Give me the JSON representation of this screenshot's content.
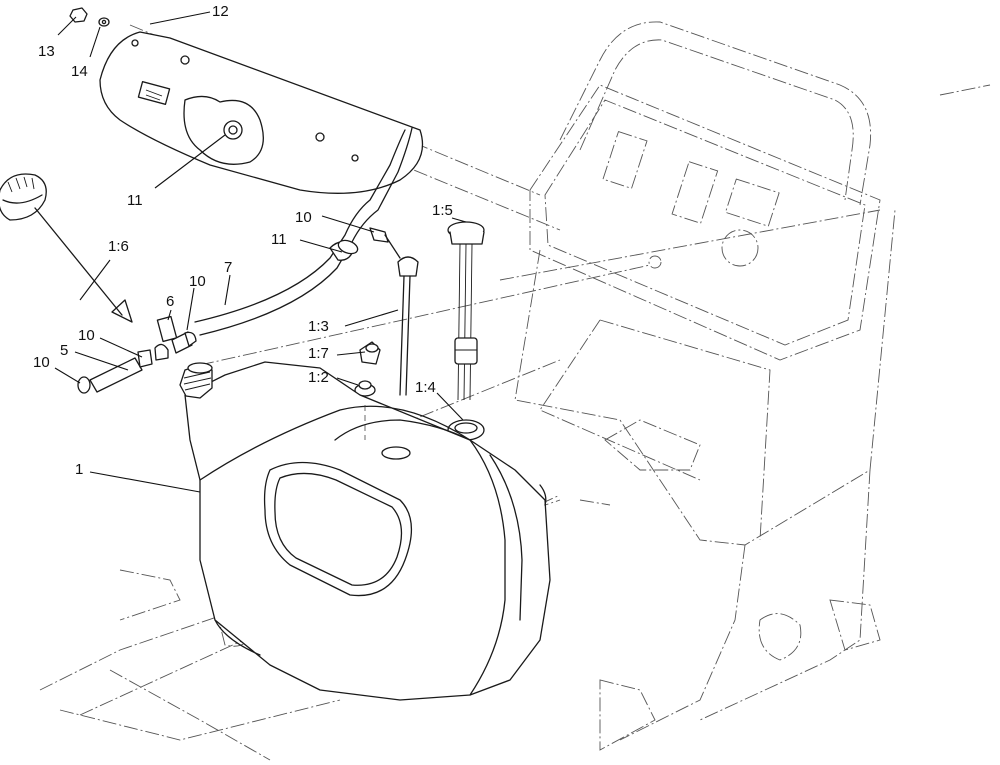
{
  "callouts": [
    {
      "id": "c13",
      "label": "13"
    },
    {
      "id": "c14",
      "label": "14"
    },
    {
      "id": "c12",
      "label": "12"
    },
    {
      "id": "c11a",
      "label": "11"
    },
    {
      "id": "c1_6",
      "label": "1:6"
    },
    {
      "id": "c10a",
      "label": "10"
    },
    {
      "id": "c11b",
      "label": "11"
    },
    {
      "id": "c1_5",
      "label": "1:5"
    },
    {
      "id": "c7",
      "label": "7"
    },
    {
      "id": "c10b",
      "label": "10"
    },
    {
      "id": "c6",
      "label": "6"
    },
    {
      "id": "c1_3",
      "label": "1:3"
    },
    {
      "id": "c10c",
      "label": "10"
    },
    {
      "id": "c5",
      "label": "5"
    },
    {
      "id": "c1_7",
      "label": "1:7"
    },
    {
      "id": "c10d",
      "label": "10"
    },
    {
      "id": "c1_2",
      "label": "1:2"
    },
    {
      "id": "c1_4",
      "label": "1:4"
    },
    {
      "id": "c1",
      "label": "1"
    }
  ],
  "colors": {
    "ink": "#1a1a1a",
    "background": "#ffffff"
  }
}
